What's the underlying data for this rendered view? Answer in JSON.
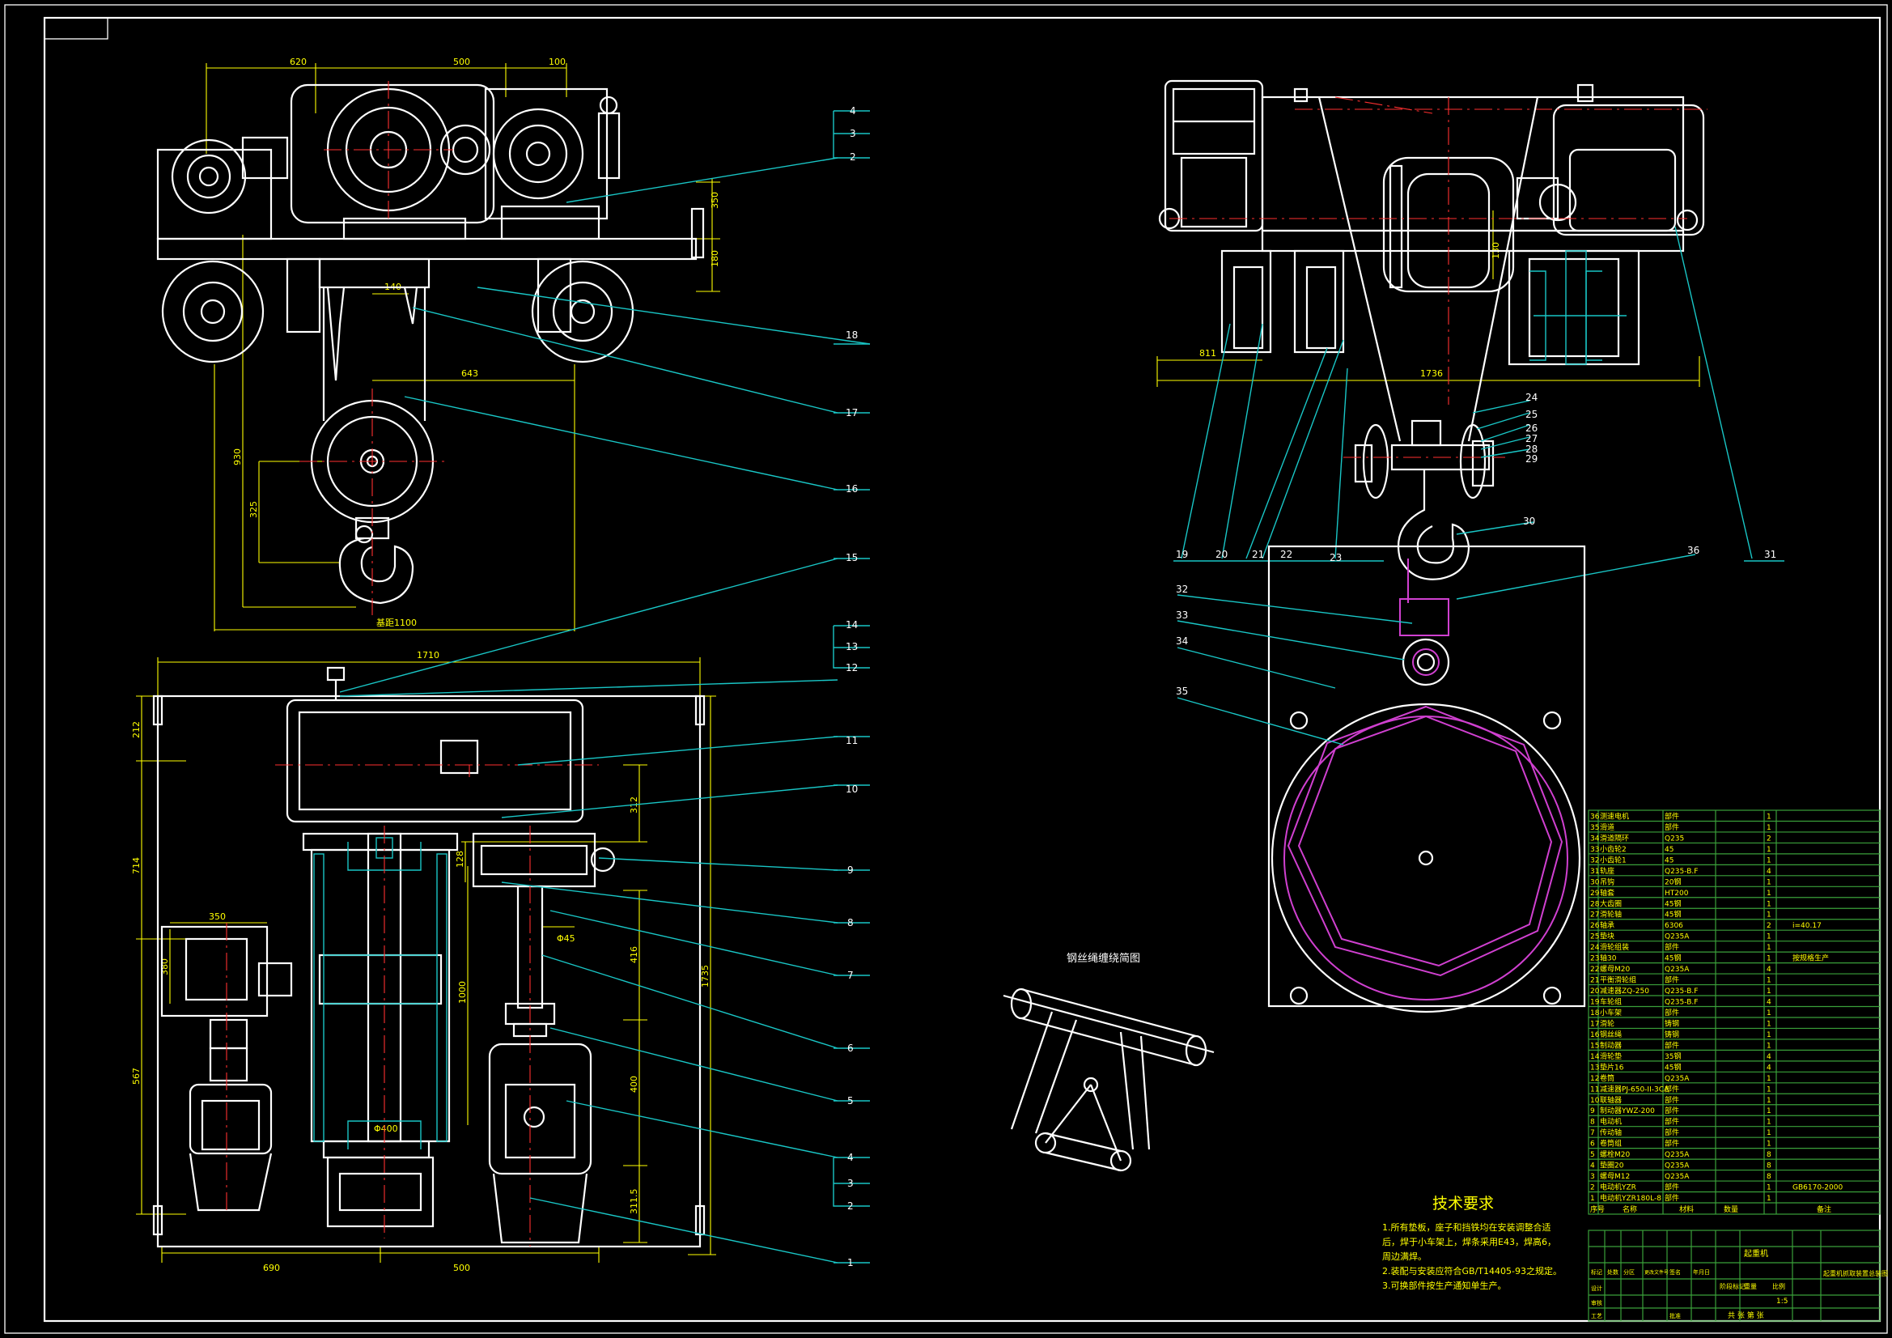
{
  "colors": {
    "background": "#000000",
    "outline": "#ffffff",
    "dimension": "#ffff00",
    "leader": "#19c6c6",
    "centerline": "#ff3030",
    "hidden": "#d040d0"
  },
  "front_view": {
    "dims": {
      "d620": "620",
      "d500": "500",
      "d100": "100",
      "d140": "140",
      "d643": "643",
      "d350": "350",
      "d180": "180",
      "d930": "930",
      "d325": "325",
      "span": "基距1100"
    },
    "balloons": [
      "4",
      "3",
      "2",
      "18",
      "17",
      "16"
    ]
  },
  "top_view": {
    "dims": {
      "d1710": "1710",
      "d212": "212",
      "d714": "714",
      "d1735": "1735",
      "d312": "312",
      "d128": "128",
      "d350": "350",
      "d380": "380",
      "d645": "Φ45",
      "d416": "416",
      "d1000": "1000",
      "d400": "400",
      "d567": "567",
      "d311": "311.5",
      "d690": "690",
      "d500": "500",
      "dphi400": "Φ400"
    },
    "balloons": [
      "15",
      "14",
      "13",
      "12",
      "11",
      "10",
      "9",
      "8",
      "7",
      "6",
      "5",
      "4",
      "3",
      "2",
      "1"
    ]
  },
  "side_view": {
    "dims": {
      "d1736": "1736",
      "d811": "811",
      "d130": "130"
    },
    "balloons_right": [
      "24",
      "25",
      "26",
      "27",
      "28",
      "29",
      "30",
      "36",
      "31"
    ],
    "balloons_bottom": [
      "19",
      "20",
      "21",
      "22",
      "23"
    ],
    "balloons_plate": [
      "32",
      "33",
      "34",
      "35"
    ]
  },
  "rope_diagram": {
    "title": "钢丝绳缠绕简图"
  },
  "notes": {
    "title": "技术要求",
    "lines": [
      "1.所有垫板，座子和挡铁均在安装调整合适",
      "后，焊于小车架上，焊条采用E43，焊高6，",
      "周边满焊。",
      "2.装配与安装应符合GB/T14405-93之规定。",
      "3.可换部件按生产通知单生产。"
    ]
  },
  "bom": {
    "rows": [
      [
        "36",
        "测速电机",
        "部件",
        "",
        "1"
      ],
      [
        "35",
        "滑道",
        "部件",
        "",
        "1"
      ],
      [
        "34",
        "滑道隔环",
        "Q235",
        "",
        "2"
      ],
      [
        "33",
        "小齿轮2",
        "45",
        "",
        "1"
      ],
      [
        "32",
        "小齿轮1",
        "45",
        "",
        "1"
      ],
      [
        "31",
        "轨座",
        "Q235-B.F",
        "",
        "4"
      ],
      [
        "30",
        "吊钩",
        "20钢",
        "",
        "1"
      ],
      [
        "29",
        "轴套",
        "HT200",
        "",
        "1"
      ],
      [
        "28",
        "大齿圈",
        "45钢",
        "",
        "1"
      ],
      [
        "27",
        "滑轮轴",
        "45钢",
        "",
        "1"
      ],
      [
        "26",
        "轴承",
        "6306",
        "",
        "2"
      ],
      [
        "25",
        "垫块",
        "Q235A",
        "",
        "1"
      ],
      [
        "24",
        "滑轮组装",
        "部件",
        "",
        "1"
      ],
      [
        "23",
        "轴30",
        "45钢",
        "",
        "1"
      ],
      [
        "22",
        "螺母M20",
        "Q235A",
        "",
        "4"
      ],
      [
        "21",
        "平衡滑轮组",
        "部件",
        "",
        "1"
      ],
      [
        "20",
        "减速器ZQ-250",
        "Q235-B.F",
        "",
        "1"
      ],
      [
        "19",
        "车轮组",
        "Q235-B.F",
        "",
        "4"
      ],
      [
        "18",
        "小车架",
        "部件",
        "",
        "1"
      ],
      [
        "17",
        "滑轮",
        "铸钢",
        "",
        "1"
      ],
      [
        "16",
        "钢丝绳",
        "铸钢",
        "",
        "1"
      ],
      [
        "15",
        "制动器",
        "部件",
        "",
        "1"
      ],
      [
        "14",
        "滑轮垫",
        "35钢",
        "",
        "4"
      ],
      [
        "13",
        "垫片16",
        "45钢",
        "",
        "4"
      ],
      [
        "12",
        "卷筒",
        "Q235A",
        "",
        "1"
      ],
      [
        "11",
        "减速器PJ-650-II-3CA",
        "部件",
        "",
        "1"
      ],
      [
        "10",
        "联轴器",
        "部件",
        "",
        "1"
      ],
      [
        "9",
        "制动器YWZ-200",
        "部件",
        "",
        "1"
      ],
      [
        "8",
        "电动机",
        "部件",
        "",
        "1"
      ],
      [
        "7",
        "传动轴",
        "部件",
        "",
        "1"
      ],
      [
        "6",
        "卷筒组",
        "部件",
        "",
        "1"
      ],
      [
        "5",
        "螺栓M20",
        "Q235A",
        "",
        "8"
      ],
      [
        "4",
        "垫圈20",
        "Q235A",
        "",
        "8"
      ],
      [
        "3",
        "螺母M12",
        "Q235A",
        "",
        "8"
      ],
      [
        "2",
        "电动机YZR",
        "部件",
        "",
        "1"
      ],
      [
        "1",
        "电动机YZR180L-8",
        "部件",
        "",
        "1"
      ]
    ],
    "remarks": [
      "i=40.17",
      "按规格生产",
      "GB6170-2000"
    ],
    "header": [
      "序号",
      "名称",
      "材料",
      "数量",
      "备注"
    ],
    "title_block": {
      "project": "起重机",
      "drawing_title": "起重机抓取装置总装图",
      "scale": "1:5",
      "sheet": "共 张 第 张",
      "labels": [
        "标记",
        "处数",
        "分区",
        "更改文件号",
        "签名",
        "年月日",
        "设计",
        "审核",
        "工艺",
        "批准",
        "阶段标记",
        "重量",
        "比例"
      ]
    }
  }
}
